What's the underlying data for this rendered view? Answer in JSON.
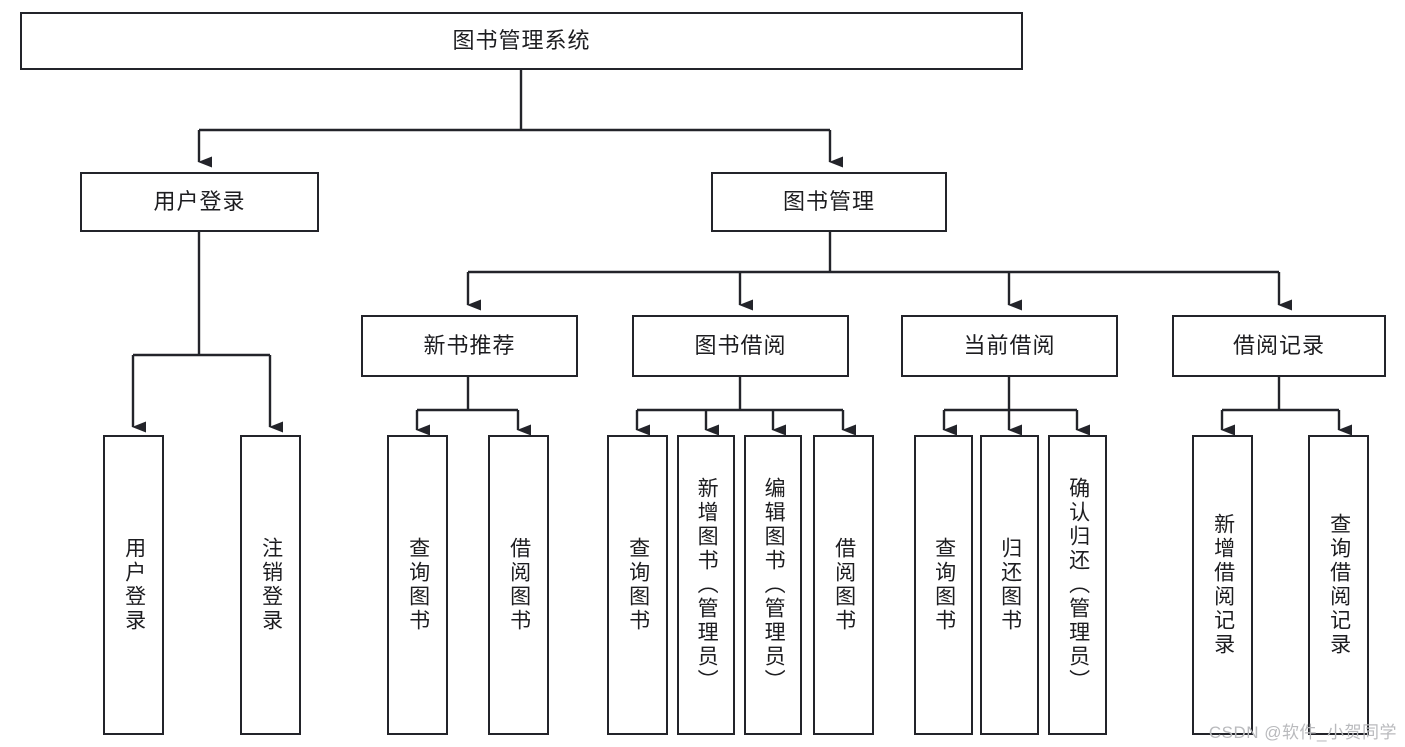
{
  "diagram": {
    "type": "tree-hierarchy-chart",
    "title": "图书管理系统",
    "watermark": "CSDN @软件_小贺同学",
    "colors": {
      "box_border": "#23242a",
      "box_fill": "#ffffff",
      "connector": "#23242a",
      "text": "#1d1d20",
      "watermark": "#b9babd"
    },
    "levels": {
      "root": {
        "label": "图书管理系统"
      },
      "level2": [
        {
          "id": "user-login",
          "label": "用户登录"
        },
        {
          "id": "book-management",
          "label": "图书管理"
        }
      ],
      "level3": [
        {
          "id": "new-book-recommend",
          "label": "新书推荐",
          "parent": "book-management"
        },
        {
          "id": "book-borrow",
          "label": "图书借阅",
          "parent": "book-management"
        },
        {
          "id": "current-borrow",
          "label": "当前借阅",
          "parent": "book-management"
        },
        {
          "id": "borrow-record",
          "label": "借阅记录",
          "parent": "book-management"
        }
      ],
      "leaves": [
        {
          "id": "leaf-user-login",
          "label": "用户登录",
          "parent": "user-login"
        },
        {
          "id": "leaf-logout-login",
          "label": "注销登录",
          "parent": "user-login"
        },
        {
          "id": "leaf-query-book-1",
          "label": "查询图书",
          "parent": "new-book-recommend"
        },
        {
          "id": "leaf-borrow-book-1",
          "label": "借阅图书",
          "parent": "new-book-recommend"
        },
        {
          "id": "leaf-query-book-2",
          "label": "查询图书",
          "parent": "book-borrow"
        },
        {
          "id": "leaf-add-book",
          "label": "新增图书（管理员）",
          "parent": "book-borrow"
        },
        {
          "id": "leaf-edit-book",
          "label": "编辑图书（管理员）",
          "parent": "book-borrow"
        },
        {
          "id": "leaf-borrow-book-2",
          "label": "借阅图书",
          "parent": "book-borrow"
        },
        {
          "id": "leaf-query-book-3",
          "label": "查询图书",
          "parent": "current-borrow"
        },
        {
          "id": "leaf-return-book",
          "label": "归还图书",
          "parent": "current-borrow"
        },
        {
          "id": "leaf-confirm-return",
          "label": "确认归还（管理员）",
          "parent": "current-borrow"
        },
        {
          "id": "leaf-add-record",
          "label": "新增借阅记录",
          "parent": "borrow-record"
        },
        {
          "id": "leaf-query-record",
          "label": "查询借阅记录",
          "parent": "borrow-record"
        }
      ]
    }
  }
}
